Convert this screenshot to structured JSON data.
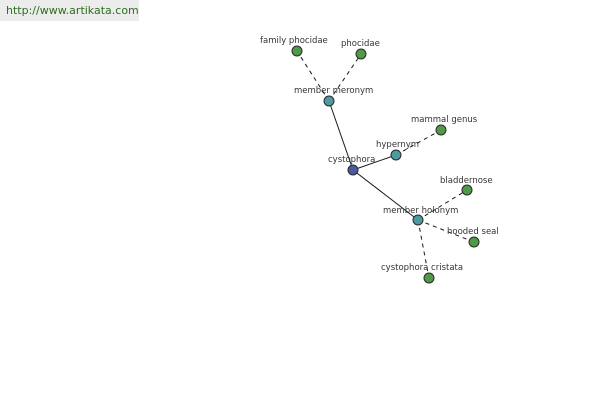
{
  "header": {
    "url": "http://www.artikata.com"
  },
  "colors": {
    "center": "#4b5aa0",
    "relation": "#4d9aa0",
    "leaf": "#4f9a46",
    "edge": "#1a1a1a",
    "url_text": "#2e6e1e",
    "banner_bg": "#ececec"
  },
  "graph": {
    "nodes": {
      "center": {
        "label": "cystophora"
      },
      "member_meronym": {
        "label": "member meronym"
      },
      "hypernym": {
        "label": "hypernym"
      },
      "member_holonym": {
        "label": "member holonym"
      },
      "family_phocidae": {
        "label": "family phocidae"
      },
      "phocidae": {
        "label": "phocidae"
      },
      "mammal_genus": {
        "label": "mammal genus"
      },
      "bladdernose": {
        "label": "bladdernose"
      },
      "hooded_seal": {
        "label": "hooded seal"
      },
      "cystophora_cristata": {
        "label": "cystophora cristata"
      }
    },
    "edges": [
      {
        "from": "center",
        "to": "member_meronym",
        "style": "solid"
      },
      {
        "from": "center",
        "to": "hypernym",
        "style": "solid"
      },
      {
        "from": "center",
        "to": "member_holonym",
        "style": "solid"
      },
      {
        "from": "member_meronym",
        "to": "family_phocidae",
        "style": "dashed"
      },
      {
        "from": "member_meronym",
        "to": "phocidae",
        "style": "dashed"
      },
      {
        "from": "hypernym",
        "to": "mammal_genus",
        "style": "dashed"
      },
      {
        "from": "member_holonym",
        "to": "bladdernose",
        "style": "dashed"
      },
      {
        "from": "member_holonym",
        "to": "hooded_seal",
        "style": "dashed"
      },
      {
        "from": "member_holonym",
        "to": "cystophora_cristata",
        "style": "dashed"
      }
    ]
  }
}
